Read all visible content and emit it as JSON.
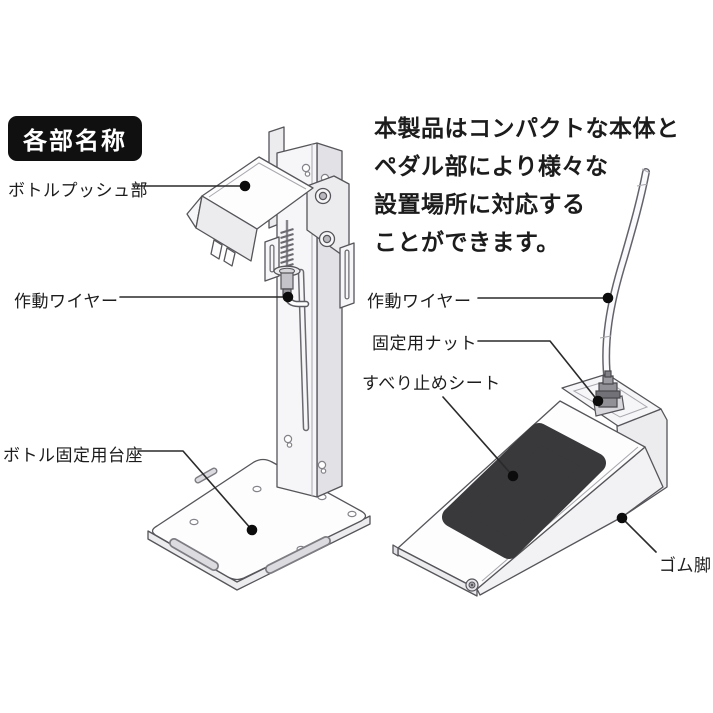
{
  "badge": {
    "label": "各部名称"
  },
  "description": {
    "lines": [
      "本製品はコンパクトな本体と",
      "ペダル部により様々な",
      "設置場所に対応する",
      "ことができます。"
    ]
  },
  "callouts": [
    {
      "id": "bottle-push",
      "text": "ボトルプッシュ部"
    },
    {
      "id": "wire-left",
      "text": "作動ワイヤー"
    },
    {
      "id": "base",
      "text": "ボトル固定用台座"
    },
    {
      "id": "wire-right",
      "text": "作動ワイヤー"
    },
    {
      "id": "nut",
      "text": "固定用ナット"
    },
    {
      "id": "antislip",
      "text": "すべり止めシート"
    },
    {
      "id": "rubber-foot",
      "text": "ゴム脚"
    }
  ],
  "colors": {
    "page_bg": "#ffffff",
    "stroke": "#55555a",
    "leader": "#2a2a2a",
    "dot": "#0c0c0c",
    "pad": "#39393b",
    "metal": "#909096",
    "text": "#1c1c1c",
    "badge_bg": "#101010",
    "badge_text": "#ffffff"
  }
}
